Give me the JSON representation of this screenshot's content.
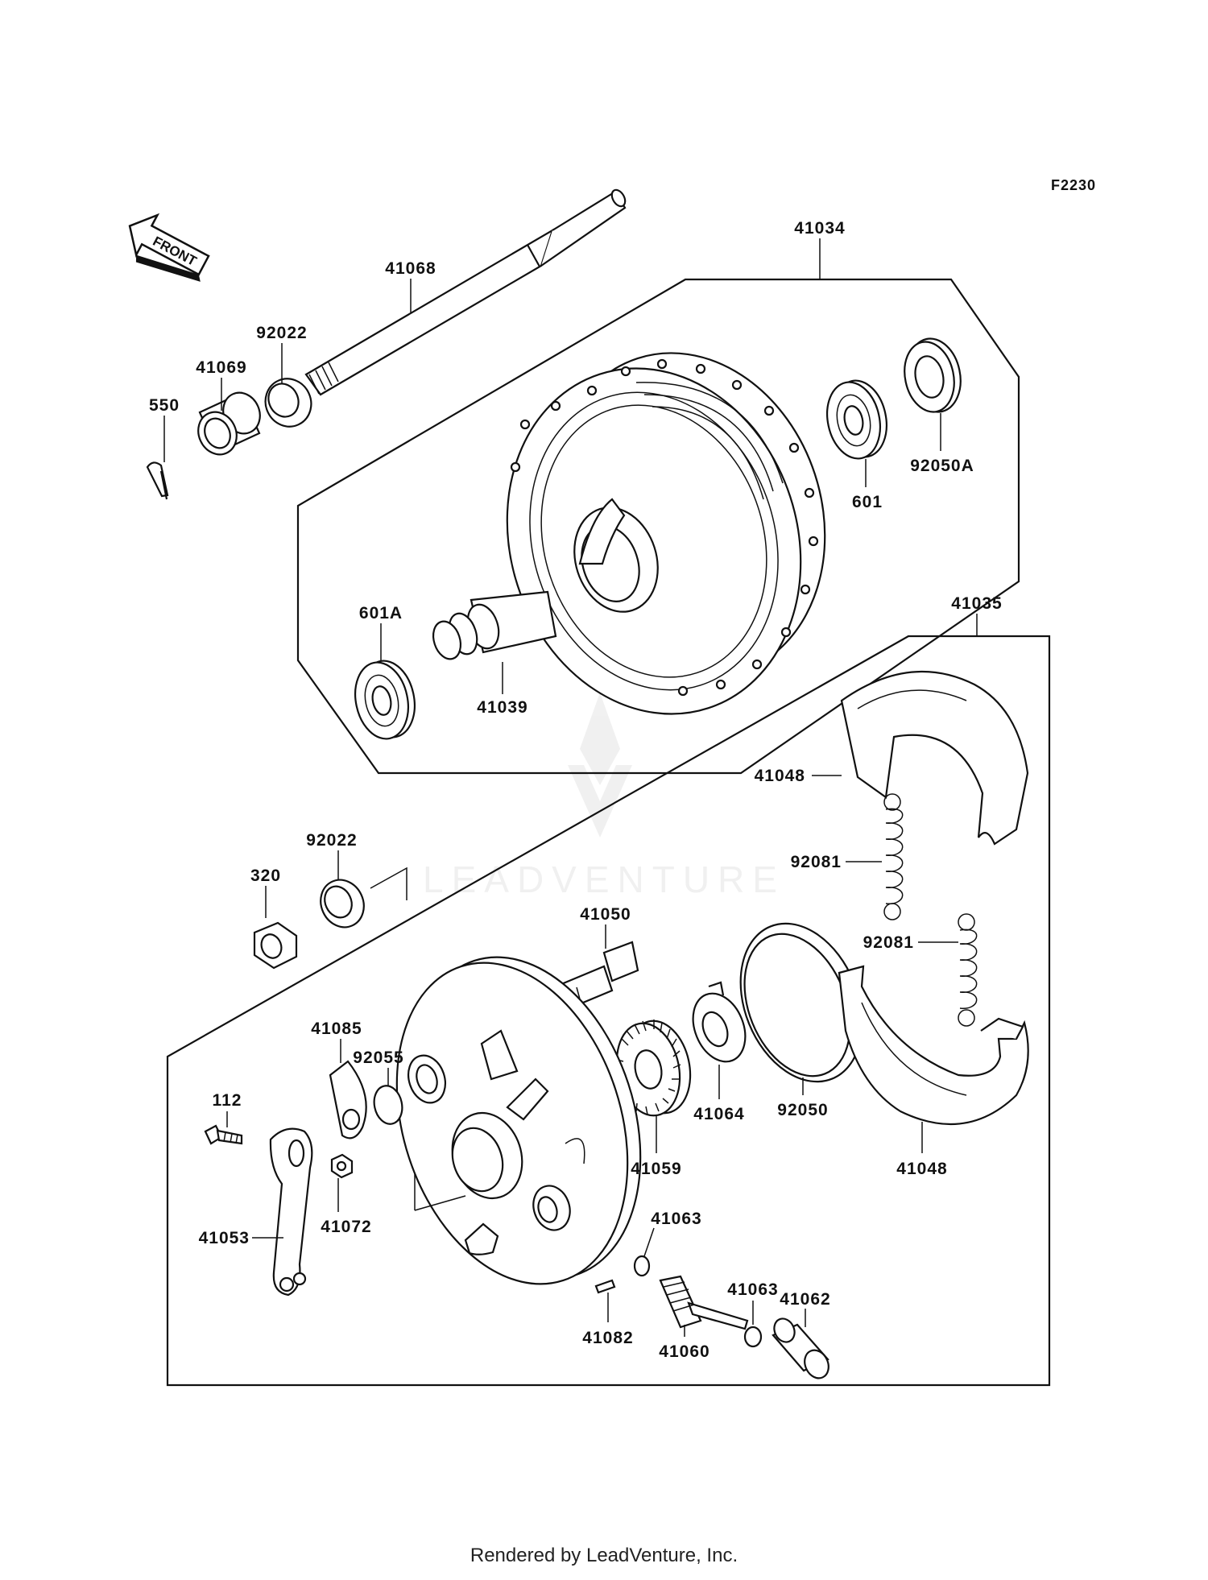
{
  "diagram_code": "F2230",
  "front_label": "FRONT",
  "watermark": "LEADVENTURE",
  "footer": "Rendered by LeadVenture, Inc.",
  "callouts": {
    "c41034": "41034",
    "c41068": "41068",
    "c92022a": "92022",
    "c41069": "41069",
    "c550": "550",
    "c601": "601",
    "c92050A": "92050A",
    "c601A": "601A",
    "c41039": "41039",
    "c41035": "41035",
    "c41048a": "41048",
    "c92081a": "92081",
    "c92081b": "92081",
    "c92022b": "92022",
    "c320": "320",
    "c41050": "41050",
    "c41085": "41085",
    "c92055": "92055",
    "c112": "112",
    "c41064": "41064",
    "c92050": "92050",
    "c41059": "41059",
    "c41048b": "41048",
    "c41053": "41053",
    "c41072": "41072",
    "c41063a": "41063",
    "c41063b": "41063",
    "c41062": "41062",
    "c41082": "41082",
    "c41060": "41060"
  }
}
